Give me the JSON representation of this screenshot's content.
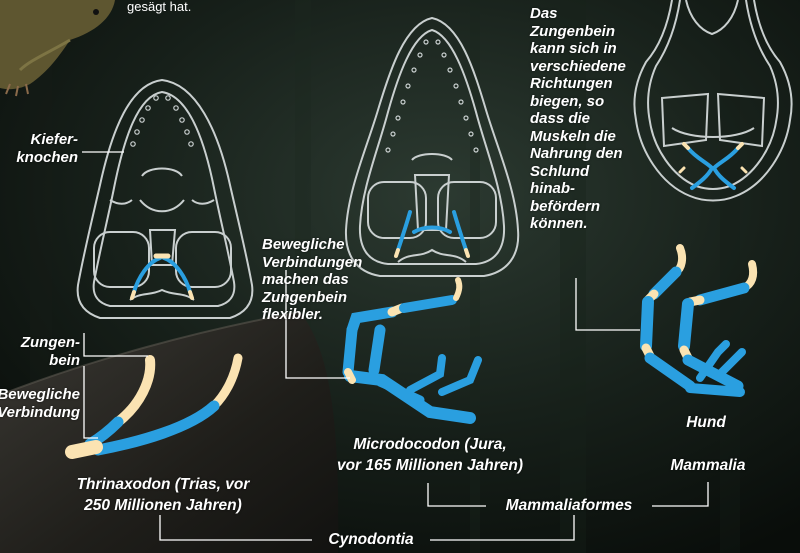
{
  "top_text_fragment": "gesägt hat.",
  "labels": {
    "kieferknochen": [
      "Kiefer-",
      "knochen"
    ],
    "zungenbein": [
      "Zungen-",
      "bein"
    ],
    "bewegliche_verbindung": [
      "Bewegliche",
      "Verbindung"
    ],
    "flexible_note": [
      "Bewegliche",
      "Verbindungen",
      "machen das",
      "Zungenbein",
      "flexibler."
    ],
    "muscle_note": [
      "Das",
      "Zungenbein",
      "kann sich in",
      "verschiedene",
      "Richtungen",
      "biegen, so",
      "dass die",
      "Muskeln die",
      "Nahrung den",
      "Schlund",
      "hinab-",
      "befördern",
      "können."
    ]
  },
  "species": {
    "thrinaxodon": [
      "Thrinaxodon (Trias, vor",
      "250 Millionen Jahren)"
    ],
    "microdocodon": [
      "Microdocodon (Jura,",
      "vor 165 Millionen Jahren)"
    ],
    "hund": "Hund"
  },
  "groups": {
    "mammalia": "Mammalia",
    "mammaliaformes": "Mammaliaformes",
    "cynodontia": "Cynodontia"
  },
  "colors": {
    "bone_blue": "#2a9fe0",
    "joint_cream": "#fbe3b2",
    "outline": "#c9cfcf",
    "leader": "#ffffff"
  }
}
